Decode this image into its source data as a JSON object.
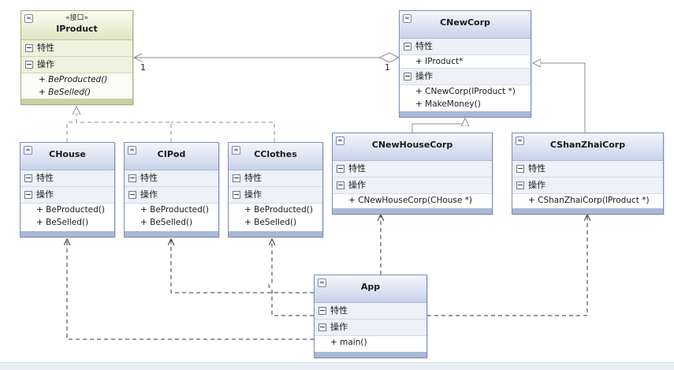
{
  "labels": {
    "properties": "特性",
    "operations": "操作"
  },
  "classes": {
    "iproduct": {
      "stereotype": "«接口»",
      "name": "IProduct",
      "attributes": [],
      "operations": [
        "+ BeProducted()",
        "+ BeSelled()"
      ]
    },
    "cnewcorp": {
      "name": "CNewCorp",
      "attributes": [
        "+ IProduct*"
      ],
      "operations": [
        "+ CNewCorp(IProduct *)",
        "+ MakeMoney()"
      ]
    },
    "chouse": {
      "name": "CHouse",
      "attributes": [],
      "operations": [
        "+ BeProducted()",
        "+ BeSelled()"
      ]
    },
    "cipod": {
      "name": "CIPod",
      "attributes": [],
      "operations": [
        "+ BeProducted()",
        "+ BeSelled()"
      ]
    },
    "cclothes": {
      "name": "CClothes",
      "attributes": [],
      "operations": [
        "+ BeProducted()",
        "+ BeSelled()"
      ]
    },
    "cnewhousecorp": {
      "name": "CNewHouseCorp",
      "attributes": [],
      "operations": [
        "+ CNewHouseCorp(CHouse *)"
      ]
    },
    "cshanzhaicorp": {
      "name": "CShanZhaiCorp",
      "attributes": [],
      "operations": [
        "+ CShanZhaiCorp(IProduct *)"
      ]
    },
    "app": {
      "name": "App",
      "attributes": [],
      "operations": [
        "+ main()"
      ]
    }
  },
  "association": {
    "source_multiplicity": "1",
    "target_multiplicity": "1"
  },
  "colors": {
    "class_border": "#7b8fb5",
    "interface_border": "#a8ad7a",
    "connector": "#8c8c8c",
    "dependency": "#333333"
  }
}
